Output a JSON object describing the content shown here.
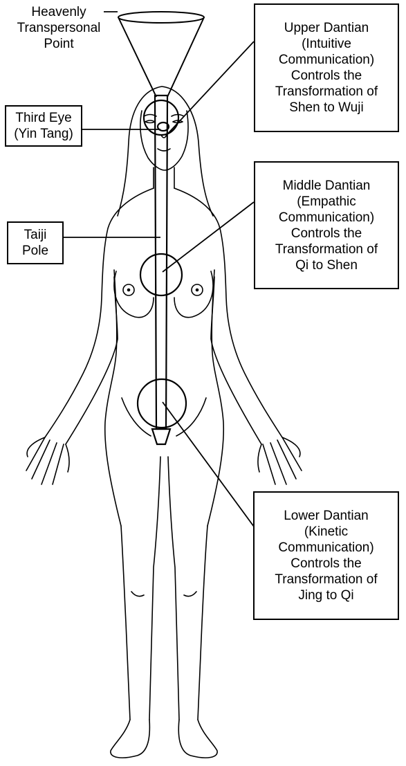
{
  "labels": {
    "heavenly_point": [
      "Heavenly",
      "Transpersonal",
      "Point"
    ],
    "third_eye": [
      "Third Eye",
      "(Yin Tang)"
    ],
    "taiji_pole": [
      "Taiji",
      "Pole"
    ],
    "upper_dantian": [
      "Upper Dantian",
      "(Intuitive",
      "Communication)",
      "Controls the",
      "Transformation of",
      "Shen to Wuji"
    ],
    "middle_dantian": [
      "Middle Dantian",
      "(Empathic",
      "Communication)",
      "Controls the",
      "Transformation of",
      "Qi to Shen"
    ],
    "lower_dantian": [
      "Lower Dantian",
      "(Kinetic",
      "Communication)",
      "Controls the",
      "Transformation of",
      "Jing to Qi"
    ]
  },
  "colors": {
    "line": "#000000",
    "background": "#ffffff"
  }
}
